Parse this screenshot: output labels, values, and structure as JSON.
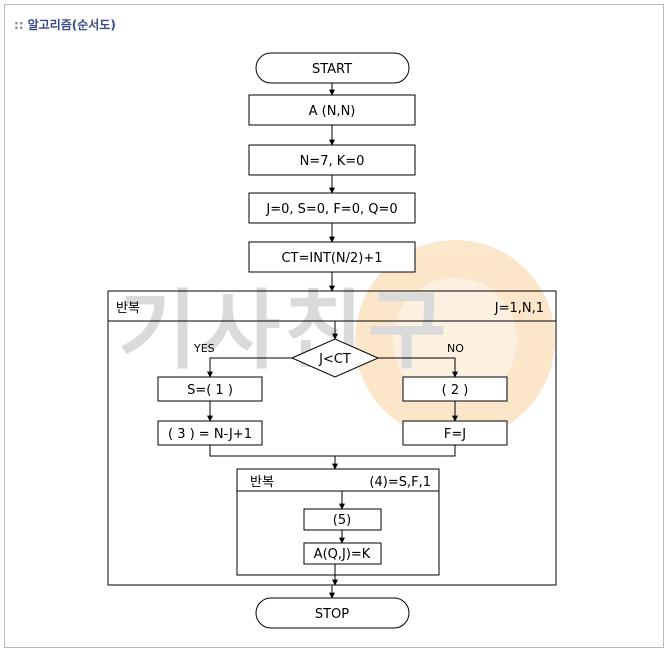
{
  "header": {
    "prefix": "::",
    "title": "알고리즘(순서도)"
  },
  "watermark": {
    "text": "기사친구"
  },
  "flow": {
    "start": "START",
    "step1": "A (N,N)",
    "step2": "N=7,  K=0",
    "step3": "J=0,  S=0,  F=0,  Q=0",
    "step4": "CT=INT(N/2)+1",
    "outer_loop": {
      "label": "반복",
      "range": "J=1,N,1"
    },
    "decision": {
      "text": "J<CT",
      "yes": "YES",
      "no": "NO"
    },
    "yes1": "S=( 1 )",
    "yes2": "( 3 ) = N-J+1",
    "no1": "( 2 )",
    "no2": "F=J",
    "inner_loop": {
      "label": "반복",
      "range": "(4)=S,F,1"
    },
    "inner1": "(5)",
    "inner2": "A(Q,J)=K",
    "stop": "STOP"
  },
  "colors": {
    "line": "#000000",
    "header": "#3a4a8a",
    "watermark_text": "#bdbdbd",
    "watermark_logo": "#f6c98a"
  }
}
